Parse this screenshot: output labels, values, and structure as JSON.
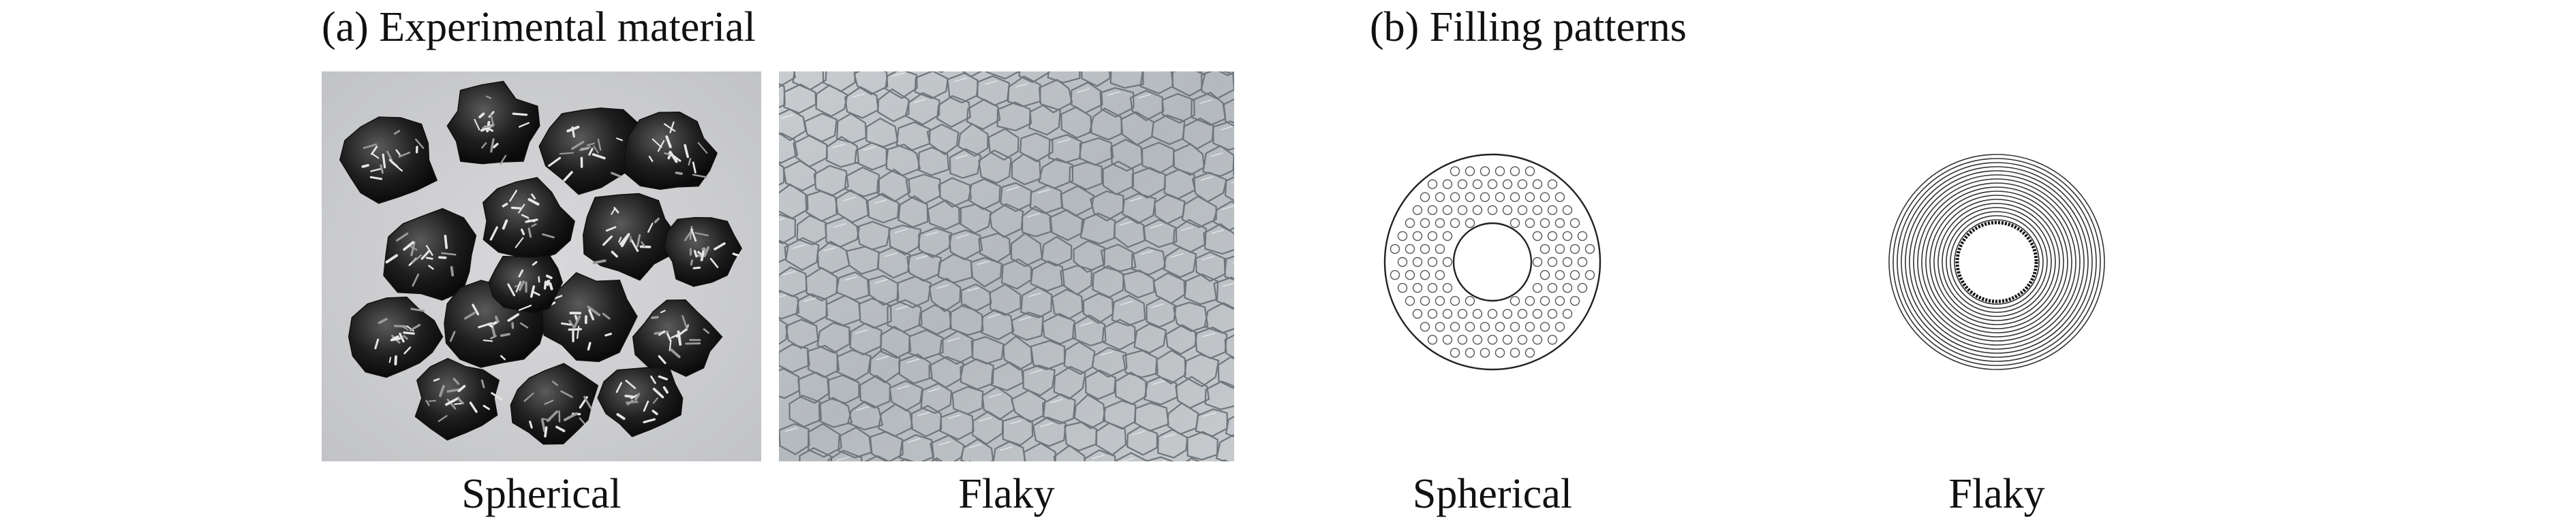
{
  "figure": {
    "panel_a": {
      "heading": "(a) Experimental material",
      "images": [
        {
          "id": "spherical-photo",
          "caption": "Spherical"
        },
        {
          "id": "flaky-photo",
          "caption": "Flaky"
        }
      ]
    },
    "panel_b": {
      "heading": "(b) Filling patterns",
      "diagrams": [
        {
          "id": "spherical-pattern",
          "caption": "Spherical"
        },
        {
          "id": "flaky-pattern",
          "caption": "Flaky"
        }
      ]
    }
  }
}
